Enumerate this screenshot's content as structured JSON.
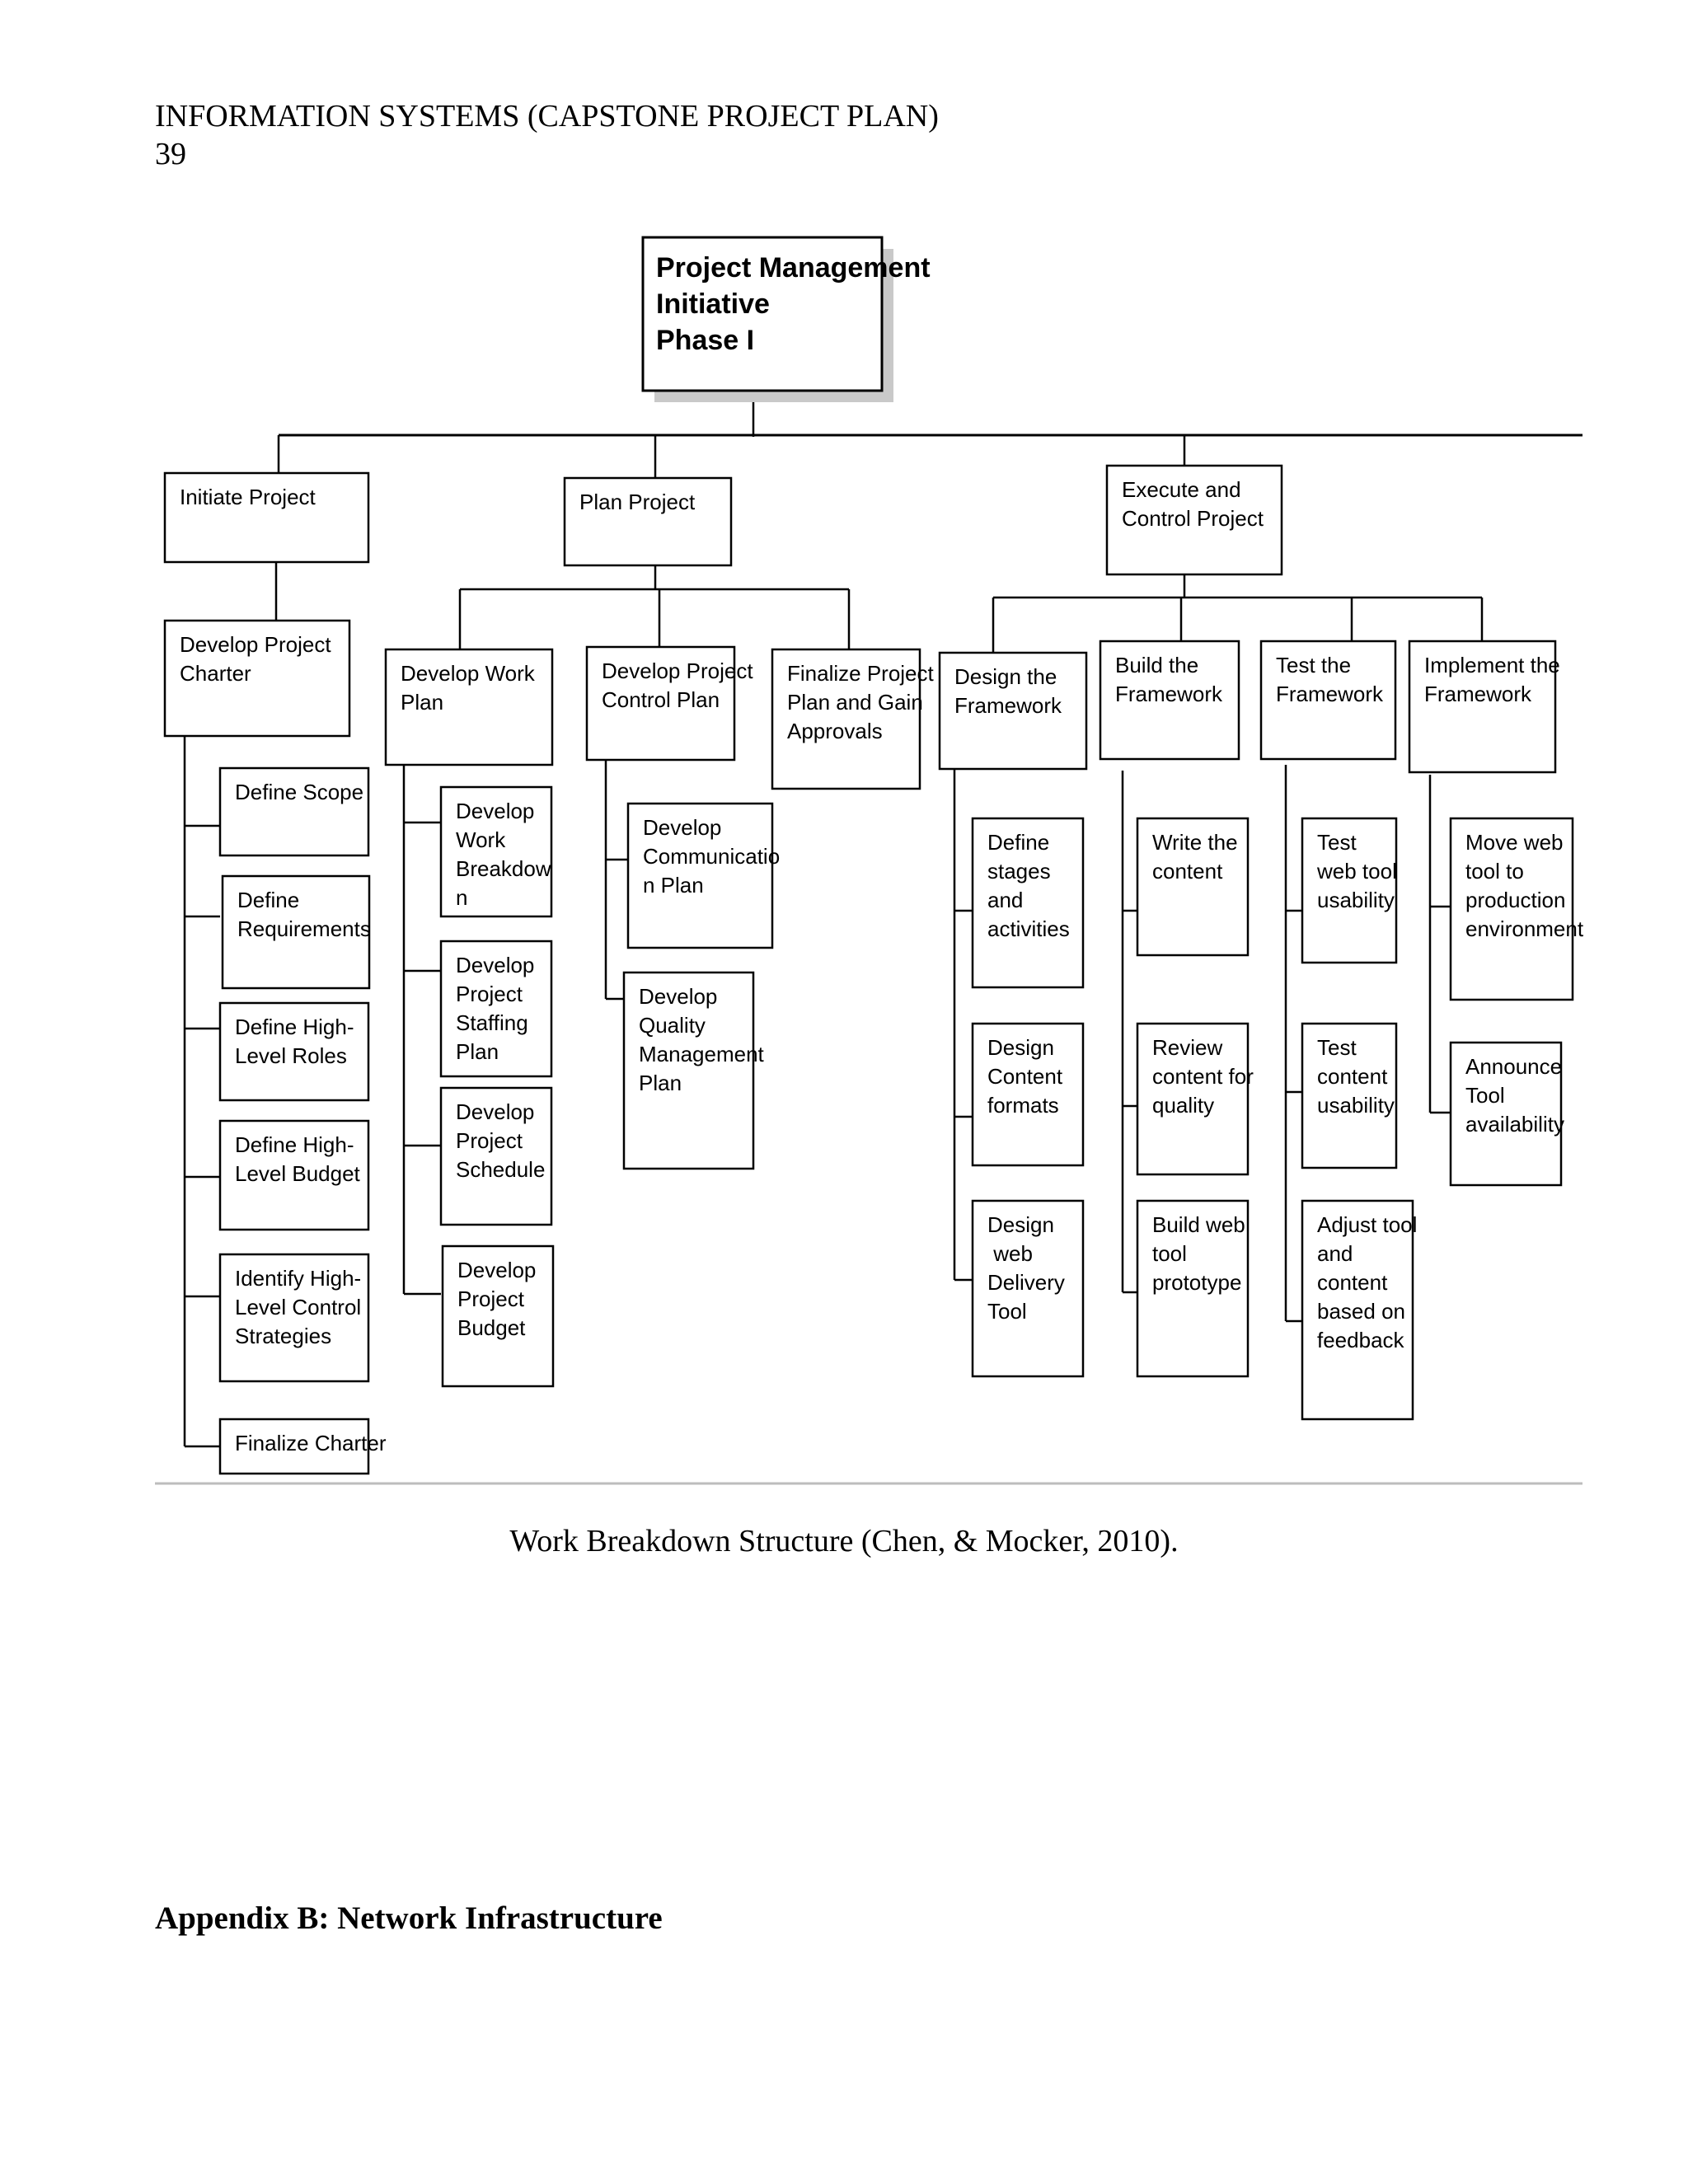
{
  "header": {
    "title": "INFORMATION SYSTEMS (CAPSTONE PROJECT PLAN)",
    "page_number": "39"
  },
  "diagram": {
    "root": {
      "id": "root",
      "lines": [
        "Project Management",
        "Initiative",
        "Phase I"
      ]
    },
    "nodes": [
      {
        "id": "initiate",
        "lines": [
          "Initiate Project"
        ]
      },
      {
        "id": "plan",
        "lines": [
          "Plan Project"
        ]
      },
      {
        "id": "execute",
        "lines": [
          "Execute and",
          "Control Project"
        ]
      },
      {
        "id": "charter",
        "lines": [
          "Develop Project",
          "Charter"
        ]
      },
      {
        "id": "scope",
        "lines": [
          "Define Scope"
        ]
      },
      {
        "id": "requirements",
        "lines": [
          "Define",
          "Requirements"
        ]
      },
      {
        "id": "roles",
        "lines": [
          "Define High-",
          "Level Roles"
        ]
      },
      {
        "id": "budget-hl",
        "lines": [
          "Define High-",
          "Level Budget"
        ]
      },
      {
        "id": "control-strat",
        "lines": [
          "Identify High-",
          "Level Control",
          "Strategies"
        ]
      },
      {
        "id": "finalize-charter",
        "lines": [
          "Finalize Charter"
        ]
      },
      {
        "id": "work-plan",
        "lines": [
          "Develop Work",
          "Plan"
        ]
      },
      {
        "id": "wbs",
        "lines": [
          "Develop",
          "Work",
          "Breakdow",
          "n"
        ]
      },
      {
        "id": "staffing",
        "lines": [
          "Develop",
          "Project",
          "Staffing",
          "Plan"
        ]
      },
      {
        "id": "schedule",
        "lines": [
          "Develop",
          "Project",
          "Schedule"
        ]
      },
      {
        "id": "proj-budget",
        "lines": [
          "Develop",
          "Project",
          "Budget"
        ]
      },
      {
        "id": "control-plan",
        "lines": [
          "Develop Project",
          "Control Plan"
        ]
      },
      {
        "id": "comm-plan",
        "lines": [
          "Develop",
          "Communicatio",
          "n Plan"
        ]
      },
      {
        "id": "quality-plan",
        "lines": [
          "Develop",
          "Quality",
          "Management",
          "Plan"
        ]
      },
      {
        "id": "finalize-plan",
        "lines": [
          "Finalize Project",
          "Plan and Gain",
          "Approvals"
        ]
      },
      {
        "id": "design-fw",
        "lines": [
          "Design the",
          "Framework"
        ]
      },
      {
        "id": "stages",
        "lines": [
          "Define",
          "stages",
          "and",
          "activities"
        ]
      },
      {
        "id": "content-formats",
        "lines": [
          "Design",
          "Content",
          "formats"
        ]
      },
      {
        "id": "delivery-tool",
        "lines": [
          "Design",
          "  web",
          "Delivery",
          "Tool"
        ]
      },
      {
        "id": "build-fw",
        "lines": [
          "Build the",
          "Framework"
        ]
      },
      {
        "id": "write-content",
        "lines": [
          "Write the",
          "content"
        ]
      },
      {
        "id": "review-content",
        "lines": [
          "Review",
          "content for",
          "quality"
        ]
      },
      {
        "id": "prototype",
        "lines": [
          "Build web",
          "tool",
          "prototype"
        ]
      },
      {
        "id": "test-fw",
        "lines": [
          "Test the",
          "Framework"
        ]
      },
      {
        "id": "test-usability",
        "lines": [
          "Test",
          "web tool",
          "usability"
        ]
      },
      {
        "id": "test-content",
        "lines": [
          "Test",
          "content",
          "usability"
        ]
      },
      {
        "id": "adjust-tool",
        "lines": [
          "Adjust tool",
          "and",
          "content",
          "based on",
          "feedback"
        ]
      },
      {
        "id": "implement-fw",
        "lines": [
          "Implement the",
          "Framework"
        ]
      },
      {
        "id": "move-tool",
        "lines": [
          "Move web",
          "tool to",
          "production",
          "environment"
        ]
      },
      {
        "id": "announce",
        "lines": [
          "Announce",
          "Tool",
          "availability"
        ]
      }
    ]
  },
  "caption": "Work Breakdown Structure (Chen, & Mocker, 2010).",
  "appendix_heading": "Appendix B: Network Infrastructure"
}
